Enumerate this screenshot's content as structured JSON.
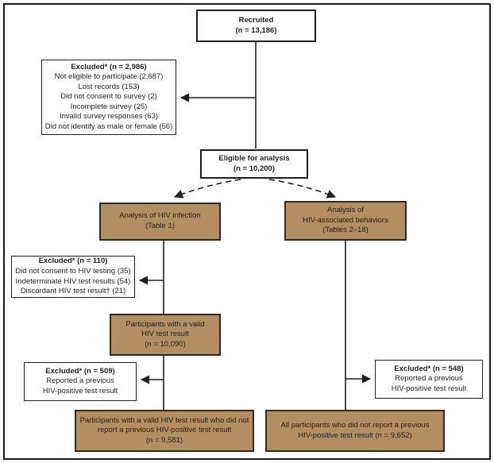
{
  "colors": {
    "analysis_box_fill": "#b38e63",
    "analysis_box_border": "#2e2a23",
    "line_color": "#231f20",
    "frame_color": "#1a1a1a"
  },
  "boxes": {
    "recruited": {
      "title": "Recruited",
      "n": "(n = 13,186)"
    },
    "excluded_survey": {
      "title": "Excluded* (n = 2,986)",
      "items": [
        "Not eligible to participate (2,687)",
        "Lost records (153)",
        "Did not consent to survey (2)",
        "Incomplete survey (25)",
        "Invalid survey responses (63)",
        "Did not identify as male or female (56)"
      ]
    },
    "eligible": {
      "title": "Eligible for analysis",
      "n": "(n = 10,200)"
    },
    "analysis_infection": {
      "lines": [
        "Analysis of HIV infection",
        "(Table 1)"
      ]
    },
    "analysis_behaviors": {
      "lines": [
        "Analysis of",
        "HIV-associated behaviors",
        "(Tables 2–18)"
      ]
    },
    "excluded_testing": {
      "title": "Excluded* (n = 110)",
      "items": [
        "Did not consent to HIV testing (35)",
        "Indeterminate HIV test results (54)",
        "Discordant HIV test result† (21)"
      ]
    },
    "valid_result": {
      "lines": [
        "Participants with a valid",
        "HIV test result",
        "(n = 10,090)"
      ]
    },
    "excluded_previous_left": {
      "title": "Excluded* (n = 509)",
      "items": [
        "Reported a previous",
        "HIV-positive test result"
      ]
    },
    "excluded_previous_right": {
      "title": "Excluded* (n = 548)",
      "items": [
        "Reported a previous",
        "HIV-positive test result"
      ]
    },
    "valid_no_previous": {
      "lines": [
        "Participants with a valid HIV test result who did not",
        "report a previous HIV-positive test result",
        "(n = 9,581)"
      ]
    },
    "all_no_previous": {
      "lines": [
        "All participants who did not report a previous",
        "HIV-positive test result (n = 9,652)"
      ]
    }
  }
}
